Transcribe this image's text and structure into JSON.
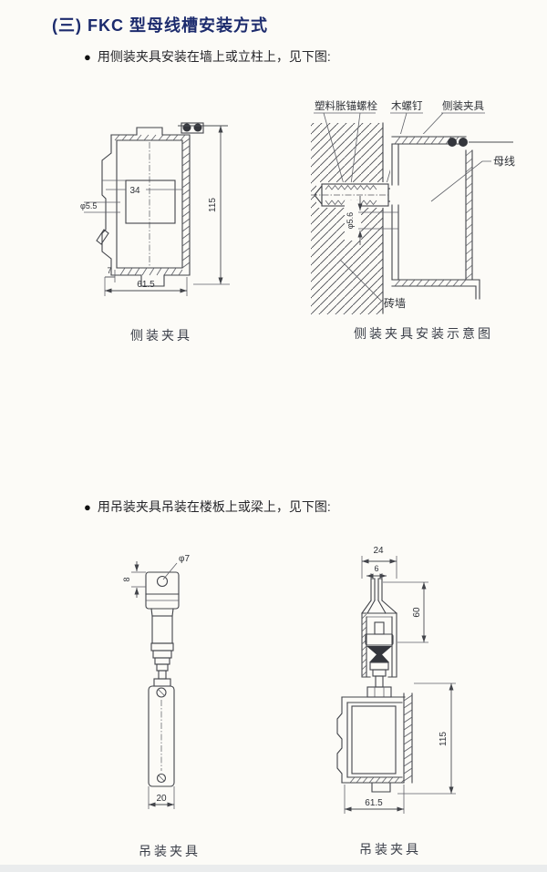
{
  "page": {
    "title": "(三) FKC 型母线槽安装方式",
    "bullets": [
      {
        "glyph": "●",
        "text": "用侧装夹具安装在墙上或立柱上，见下图:"
      },
      {
        "glyph": "●",
        "text": "用吊装夹具吊装在楼板上或梁上，见下图:"
      }
    ]
  },
  "figures": {
    "side_clamp": {
      "caption": "侧装夹具",
      "dim_inner_width": "34",
      "dim_hole": "φ5.5",
      "dim_height": "115",
      "dim_foot": "7",
      "dim_width": "61.5"
    },
    "side_install": {
      "caption": "侧装夹具安装示意图",
      "label_anchor": "塑料胀锚螺栓",
      "label_wood_screw": "木螺钉",
      "label_clamp": "侧装夹具",
      "label_busbar": "母线",
      "label_wall": "砖墙",
      "dim_hole": "φ5.6"
    },
    "hanger_rod": {
      "caption": "吊装夹具",
      "dim_hole": "φ7",
      "dim_eye_thickness": "8",
      "dim_bar_width": "20"
    },
    "hanger_clamp": {
      "caption": "吊装夹具",
      "dim_top_width": "24",
      "dim_slot_width": "6",
      "dim_bracket_height": "60",
      "dim_height": "115",
      "dim_width": "61.5"
    }
  },
  "colors": {
    "line": "#42444a",
    "title": "#1c2b6d"
  }
}
